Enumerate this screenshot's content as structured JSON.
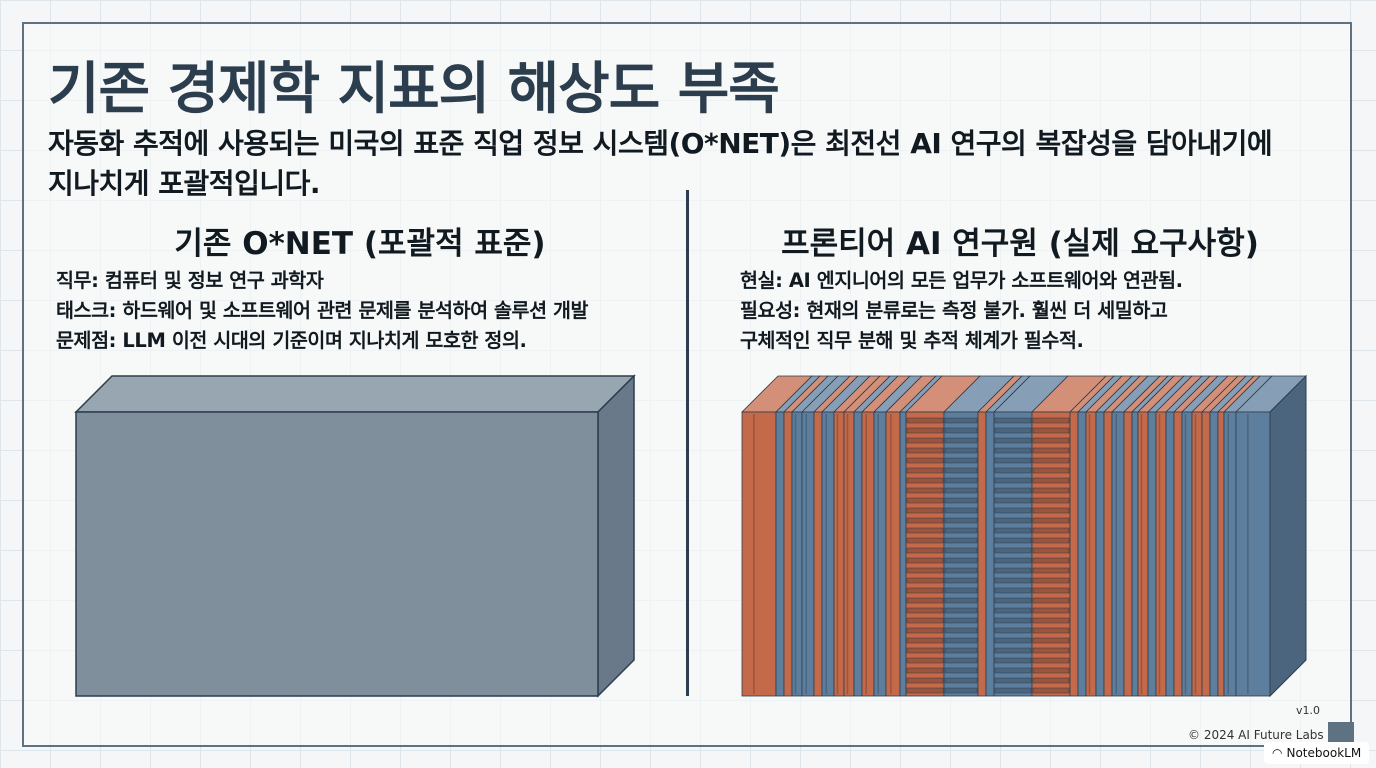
{
  "slide": {
    "title": "기존 경제학 지표의 해상도 부족",
    "subtitle": "자동화 추적에 사용되는 미국의 표준 직업 정보 시스템(O*NET)은 최전선 AI 연구의 복잡성을 담아내기에 지나치게 포괄적입니다."
  },
  "left": {
    "heading": "기존 O*NET (포괄적 표준)",
    "lines": [
      "직무: 컴퓨터 및 정보 연구 과학자",
      "태스크: 하드웨어 및 소프트웨어 관련 문제를 분석하여 솔루션 개발",
      "문제점: LLM 이전 시대의 기준이며 지나치게 모호한 정의."
    ]
  },
  "right": {
    "heading": "프론티어 AI 연구원 (실제 요구사항)",
    "lines": [
      "현실: AI 엔지니어의 모든 업무가 소프트웨어와 연관됨.",
      "필요성: 현재의 분류로는 측정 불가. 훨씬 더 세밀하고",
      "구체적인 직무 분해 및 추적 체계가 필수적."
    ]
  },
  "footer": {
    "version": "v1.0",
    "copyright": "© 2024 AI Future Labs",
    "badge": "NotebookLM"
  },
  "colors": {
    "slate": "#7f8f9c",
    "orange": "#c4694a",
    "blue": "#5e7e9e",
    "ink": "#2c3e4e"
  }
}
